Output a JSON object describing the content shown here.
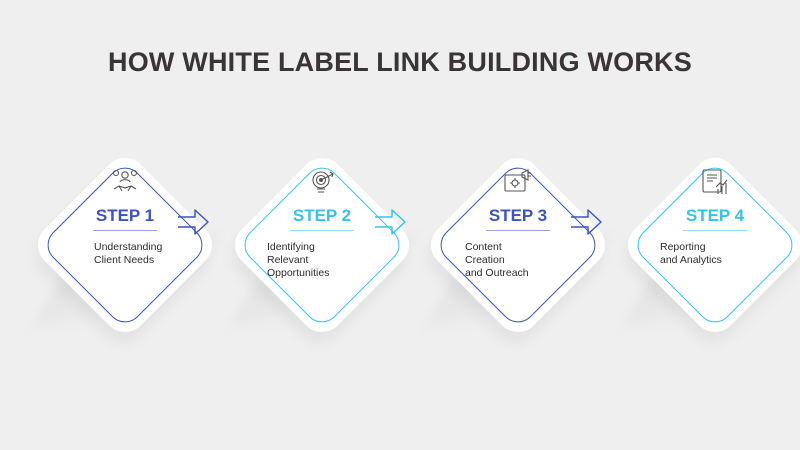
{
  "title": "HOW WHITE LABEL LINK BUILDING WORKS",
  "colors": {
    "background": "#efefef",
    "title": "#3a3436",
    "navy": "#3c53c4",
    "cyan": "#34c3ee"
  },
  "steps": [
    {
      "label": "STEP 1",
      "description": "Understanding\nClient Needs",
      "icon": "handshake-people-icon",
      "accent": "#3c53c4"
    },
    {
      "label": "STEP 2",
      "description": "Identifying\nRelevant\nOpportunities",
      "icon": "target-bulb-icon",
      "accent": "#34c3ee"
    },
    {
      "label": "STEP 3",
      "description": "Content\nCreation\nand Outreach",
      "icon": "content-megaphone-icon",
      "accent": "#3c53c4"
    },
    {
      "label": "STEP 4",
      "description": "Reporting\nand Analytics",
      "icon": "report-chart-icon",
      "accent": "#34c3ee"
    }
  ]
}
